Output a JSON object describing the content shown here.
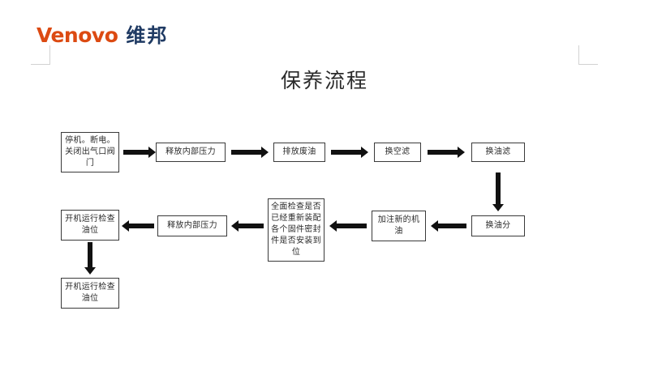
{
  "slide": {
    "background_color": "#ffffff",
    "title": "保养流程"
  },
  "logo": {
    "latin_text": "Venovo",
    "cn_text": "维邦",
    "latin_color": "#dc4a12",
    "cn_color": "#1f3a63"
  },
  "flowchart": {
    "node_border_color": "#3a3a3a",
    "arrow_color": "#111111",
    "nodes": [
      {
        "id": "n1",
        "label": "停机。断电。关闭出气口阀门"
      },
      {
        "id": "n2",
        "label": "释放内部压力"
      },
      {
        "id": "n3",
        "label": "排放废油"
      },
      {
        "id": "n4",
        "label": "换空滤"
      },
      {
        "id": "n5",
        "label": "换油滤"
      },
      {
        "id": "n6",
        "label": "换油分"
      },
      {
        "id": "n7",
        "label": "加注新的机油"
      },
      {
        "id": "n8",
        "label": "全面检查是否已经重新装配各个固件密封件是否安装到位"
      },
      {
        "id": "n9",
        "label": "释放内部压力"
      },
      {
        "id": "n10",
        "label": "开机运行检查油位"
      },
      {
        "id": "n11",
        "label": "开机运行检查油位"
      }
    ],
    "edges": [
      {
        "from": "n1",
        "to": "n2",
        "direction": "right"
      },
      {
        "from": "n2",
        "to": "n3",
        "direction": "right"
      },
      {
        "from": "n3",
        "to": "n4",
        "direction": "right"
      },
      {
        "from": "n4",
        "to": "n5",
        "direction": "right"
      },
      {
        "from": "n5",
        "to": "n6",
        "direction": "down"
      },
      {
        "from": "n6",
        "to": "n7",
        "direction": "left"
      },
      {
        "from": "n7",
        "to": "n8",
        "direction": "left"
      },
      {
        "from": "n8",
        "to": "n9",
        "direction": "left"
      },
      {
        "from": "n9",
        "to": "n10",
        "direction": "left"
      },
      {
        "from": "n10",
        "to": "n11",
        "direction": "down"
      }
    ]
  }
}
